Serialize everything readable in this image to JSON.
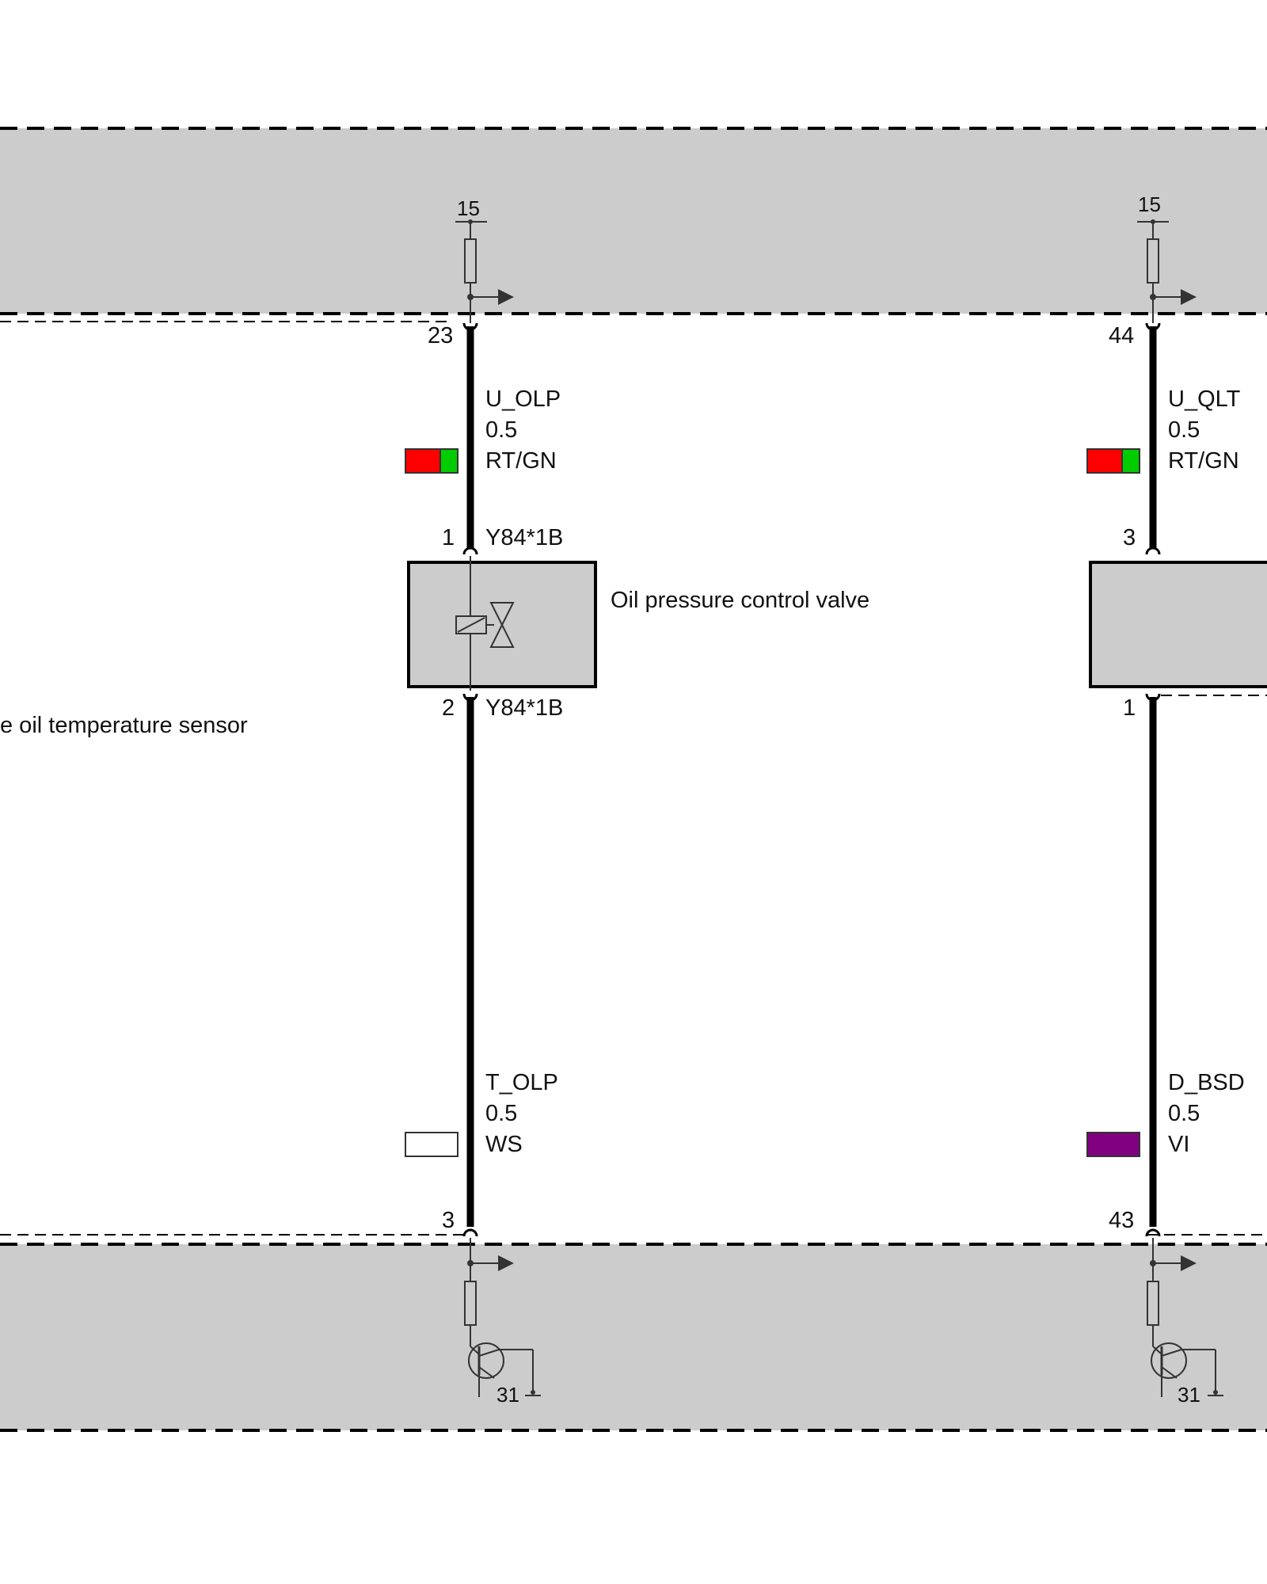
{
  "colors": {
    "band_fill": "#cccccc",
    "wire": "#000000",
    "red": "#ff0000",
    "green": "#00cc00",
    "white": "#ffffff",
    "violet": "#800080",
    "arrow": "#333333"
  },
  "left_partial_label": "e oil temperature sensor",
  "columns": [
    {
      "id": "olp",
      "supply_top": "15",
      "ground_bottom": "31",
      "pin_top_ecu": "23",
      "wire_top": {
        "signal": "U_OLP",
        "gauge": "0.5",
        "color_code": "RT/GN",
        "swatch": [
          "#ff0000",
          "#00cc00"
        ]
      },
      "component_top_pin": "1",
      "component_top_connector": "Y84*1B",
      "component_label": "Oil pressure control valve",
      "component_icon": "solenoid-valve-icon",
      "component_bottom_pin": "2",
      "component_bottom_connector": "Y84*1B",
      "wire_bottom": {
        "signal": "T_OLP",
        "gauge": "0.5",
        "color_code": "WS",
        "swatch": [
          "#ffffff"
        ]
      },
      "pin_bottom_ecu": "3"
    },
    {
      "id": "qlt",
      "supply_top": "15",
      "ground_bottom": "31",
      "pin_top_ecu": "44",
      "wire_top": {
        "signal": "U_QLT",
        "gauge": "0.5",
        "color_code": "RT/GN",
        "swatch": [
          "#ff0000",
          "#00cc00"
        ]
      },
      "component_top_pin": "3",
      "component_top_connector": "",
      "component_label": "",
      "component_bottom_pin": "1",
      "component_bottom_connector": "",
      "wire_bottom": {
        "signal": "D_BSD",
        "gauge": "0.5",
        "color_code": "VI",
        "swatch": [
          "#800080"
        ]
      },
      "pin_bottom_ecu": "43"
    }
  ]
}
